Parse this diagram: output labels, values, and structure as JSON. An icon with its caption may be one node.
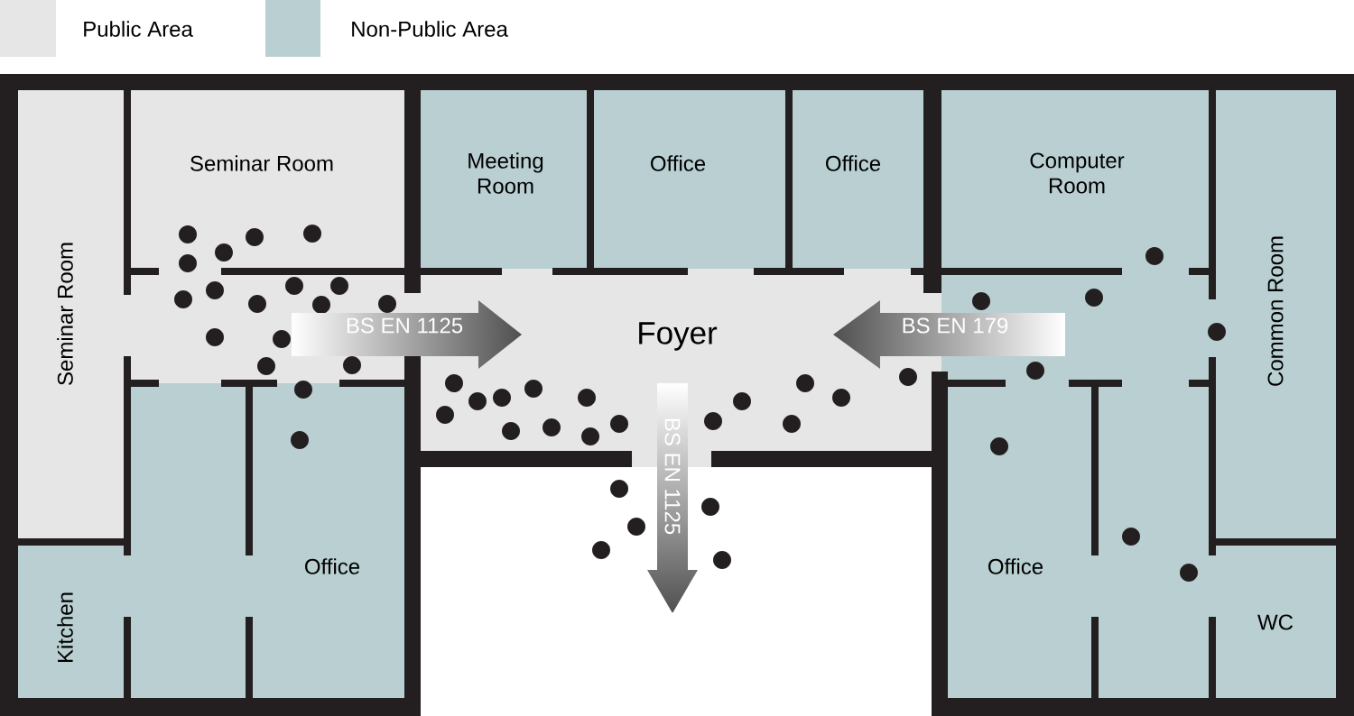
{
  "diagram": {
    "nodes": [
      {
        "text": [
          "Seminar Room"
        ]
      },
      {
        "text": [
          "Seminar Room"
        ]
      },
      {
        "text": [
          "Meeting Room"
        ]
      },
      {
        "text": [
          "Office"
        ]
      },
      {
        "text": [
          "Office"
        ]
      },
      {
        "text": [
          "Computer Room"
        ]
      },
      {
        "text": [
          "Common Room"
        ]
      },
      {
        "text": [
          "Foyer"
        ]
      },
      {
        "text": [
          "Kitchen"
        ]
      },
      {
        "text": [
          "Office"
        ]
      },
      {
        "text": [
          "Office"
        ]
      },
      {
        "text": [
          "WC"
        ]
      }
    ],
    "labels": [
      "BS EN 1125",
      "BS EN 179",
      "BS EN 1125"
    ],
    "legend": [
      {
        "text": "Public Area",
        "color": "#e6e6e6"
      },
      {
        "text": "Non-Public Area",
        "color": "#b9cfd1"
      }
    ]
  }
}
